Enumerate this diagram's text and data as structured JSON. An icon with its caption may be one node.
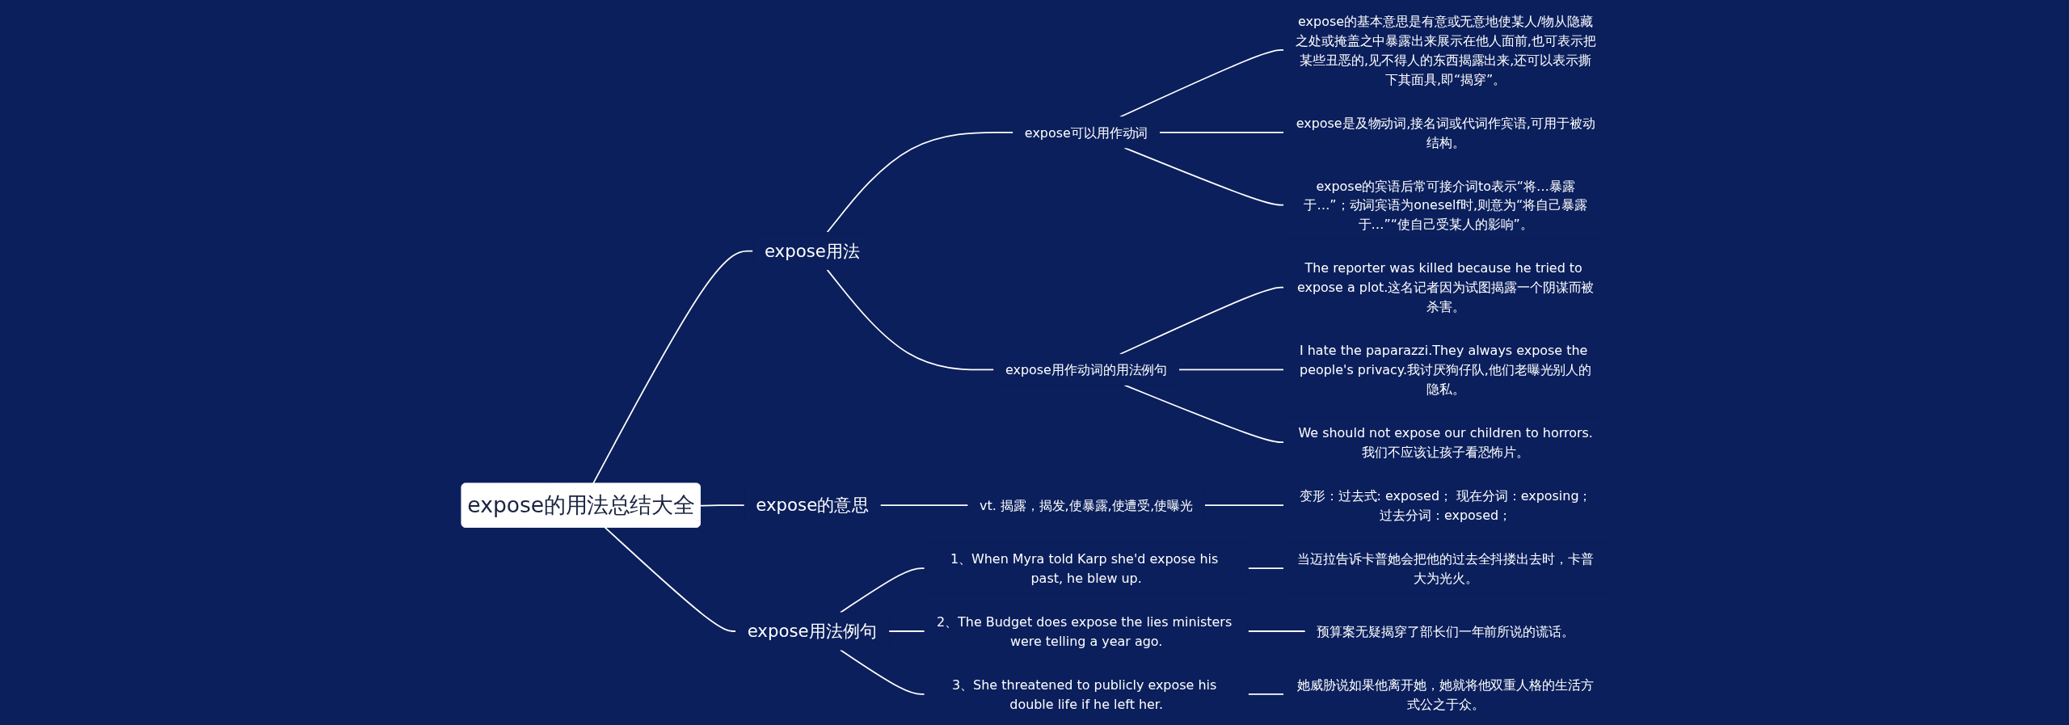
{
  "diagram": {
    "nodes": [
      {
        "text": [
          "expose的用法总结大全"
        ]
      },
      {
        "text": [
          "expose用法"
        ]
      },
      {
        "text": [
          "expose可以用作动词"
        ]
      },
      {
        "text": [
          "expose的基本意思是有意或无意地使某人/物从隐藏之处或掩盖之中暴露出来展示在他人面前,也可表示把某些丑恶的,见不得人的东西揭露出来,还可以表示撕下其面具,即“揭穿”。"
        ]
      },
      {
        "text": [
          "expose是及物动词,接名词或代词作宾语,可用于被动结构。"
        ]
      },
      {
        "text": [
          "expose的宾语后常可接介词to表示“将…暴露于…”；动词宾语为oneself时,则意为“将自己暴露于…”“使自己受某人的影响”。"
        ]
      },
      {
        "text": [
          "expose用作动词的用法例句"
        ]
      },
      {
        "text": [
          "The reporter was killed because he tried to expose a plot.这名记者因为试图揭露一个阴谋而被杀害。"
        ]
      },
      {
        "text": [
          "I hate the paparazzi.They always expose the people's privacy.我讨厌狗仔队,他们老曝光别人的隐私。"
        ]
      },
      {
        "text": [
          "We should not expose our children to horrors.我们不应该让孩子看恐怖片。"
        ]
      },
      {
        "text": [
          "expose的意思"
        ]
      },
      {
        "text": [
          "vt. 揭露，揭发,使暴露,使遭受,使曝光"
        ]
      },
      {
        "text": [
          "变形：过去式: exposed； 现在分词：exposing；过去分词：exposed；"
        ]
      },
      {
        "text": [
          "expose用法例句"
        ]
      },
      {
        "text": [
          "1、When Myra told Karp she'd expose his past, he blew up."
        ]
      },
      {
        "text": [
          "当迈拉告诉卡普她会把他的过去全抖搂出去时，卡普大为光火。"
        ]
      },
      {
        "text": [
          "2、The Budget does expose the lies ministers were telling a year ago."
        ]
      },
      {
        "text": [
          "预算案无疑揭穿了部长们一年前所说的谎话。"
        ]
      },
      {
        "text": [
          "3、She threatened to publicly expose his double life if he left her."
        ]
      },
      {
        "text": [
          "她威胁说如果他离开她，她就将他双重人格的生活方式公之于众。"
        ]
      }
    ],
    "edges": [
      {
        "from": 0,
        "to": 1,
        "arrow": "none"
      },
      {
        "from": 1,
        "to": 2,
        "arrow": "none"
      },
      {
        "from": 2,
        "to": 3,
        "arrow": "none"
      },
      {
        "from": 2,
        "to": 4,
        "arrow": "none"
      },
      {
        "from": 2,
        "to": 5,
        "arrow": "none"
      },
      {
        "from": 1,
        "to": 6,
        "arrow": "none"
      },
      {
        "from": 6,
        "to": 7,
        "arrow": "none"
      },
      {
        "from": 6,
        "to": 8,
        "arrow": "none"
      },
      {
        "from": 6,
        "to": 9,
        "arrow": "none"
      },
      {
        "from": 0,
        "to": 10,
        "arrow": "none"
      },
      {
        "from": 10,
        "to": 11,
        "arrow": "none"
      },
      {
        "from": 11,
        "to": 12,
        "arrow": "none"
      },
      {
        "from": 0,
        "to": 13,
        "arrow": "none"
      },
      {
        "from": 13,
        "to": 14,
        "arrow": "none"
      },
      {
        "from": 14,
        "to": 15,
        "arrow": "none"
      },
      {
        "from": 13,
        "to": 16,
        "arrow": "none"
      },
      {
        "from": 16,
        "to": 17,
        "arrow": "none"
      },
      {
        "from": 13,
        "to": 18,
        "arrow": "none"
      },
      {
        "from": 18,
        "to": 19,
        "arrow": "none"
      }
    ]
  }
}
